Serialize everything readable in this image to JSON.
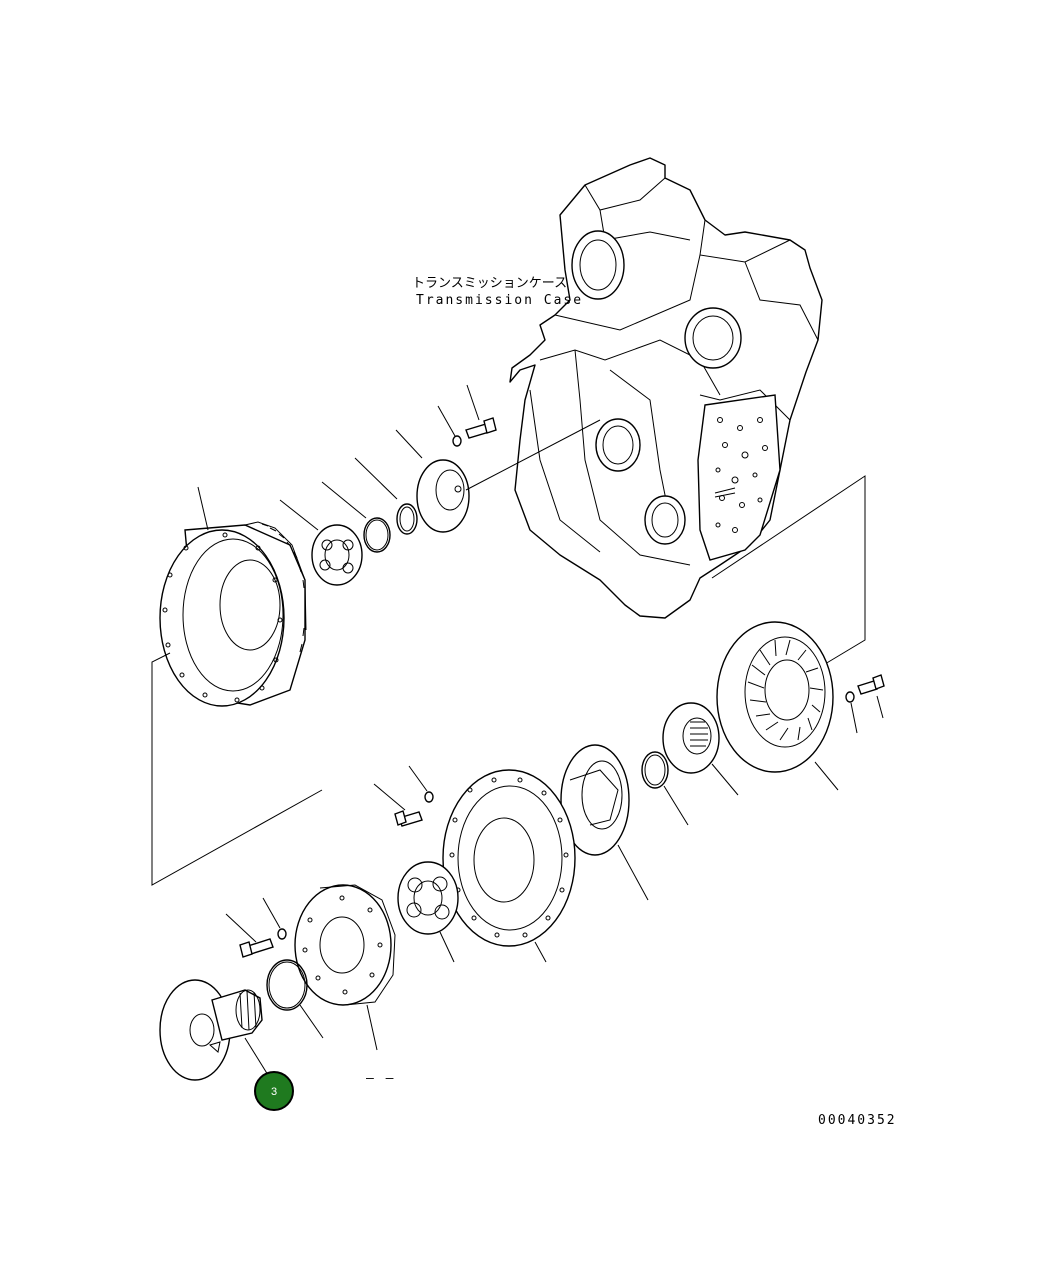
{
  "label": {
    "japanese": "トランスミッションケース",
    "english": "Transmission Case"
  },
  "callout": {
    "number": "3",
    "color": "#1f7a1f"
  },
  "drawing_number": "00040352",
  "dash_marker": "– –"
}
